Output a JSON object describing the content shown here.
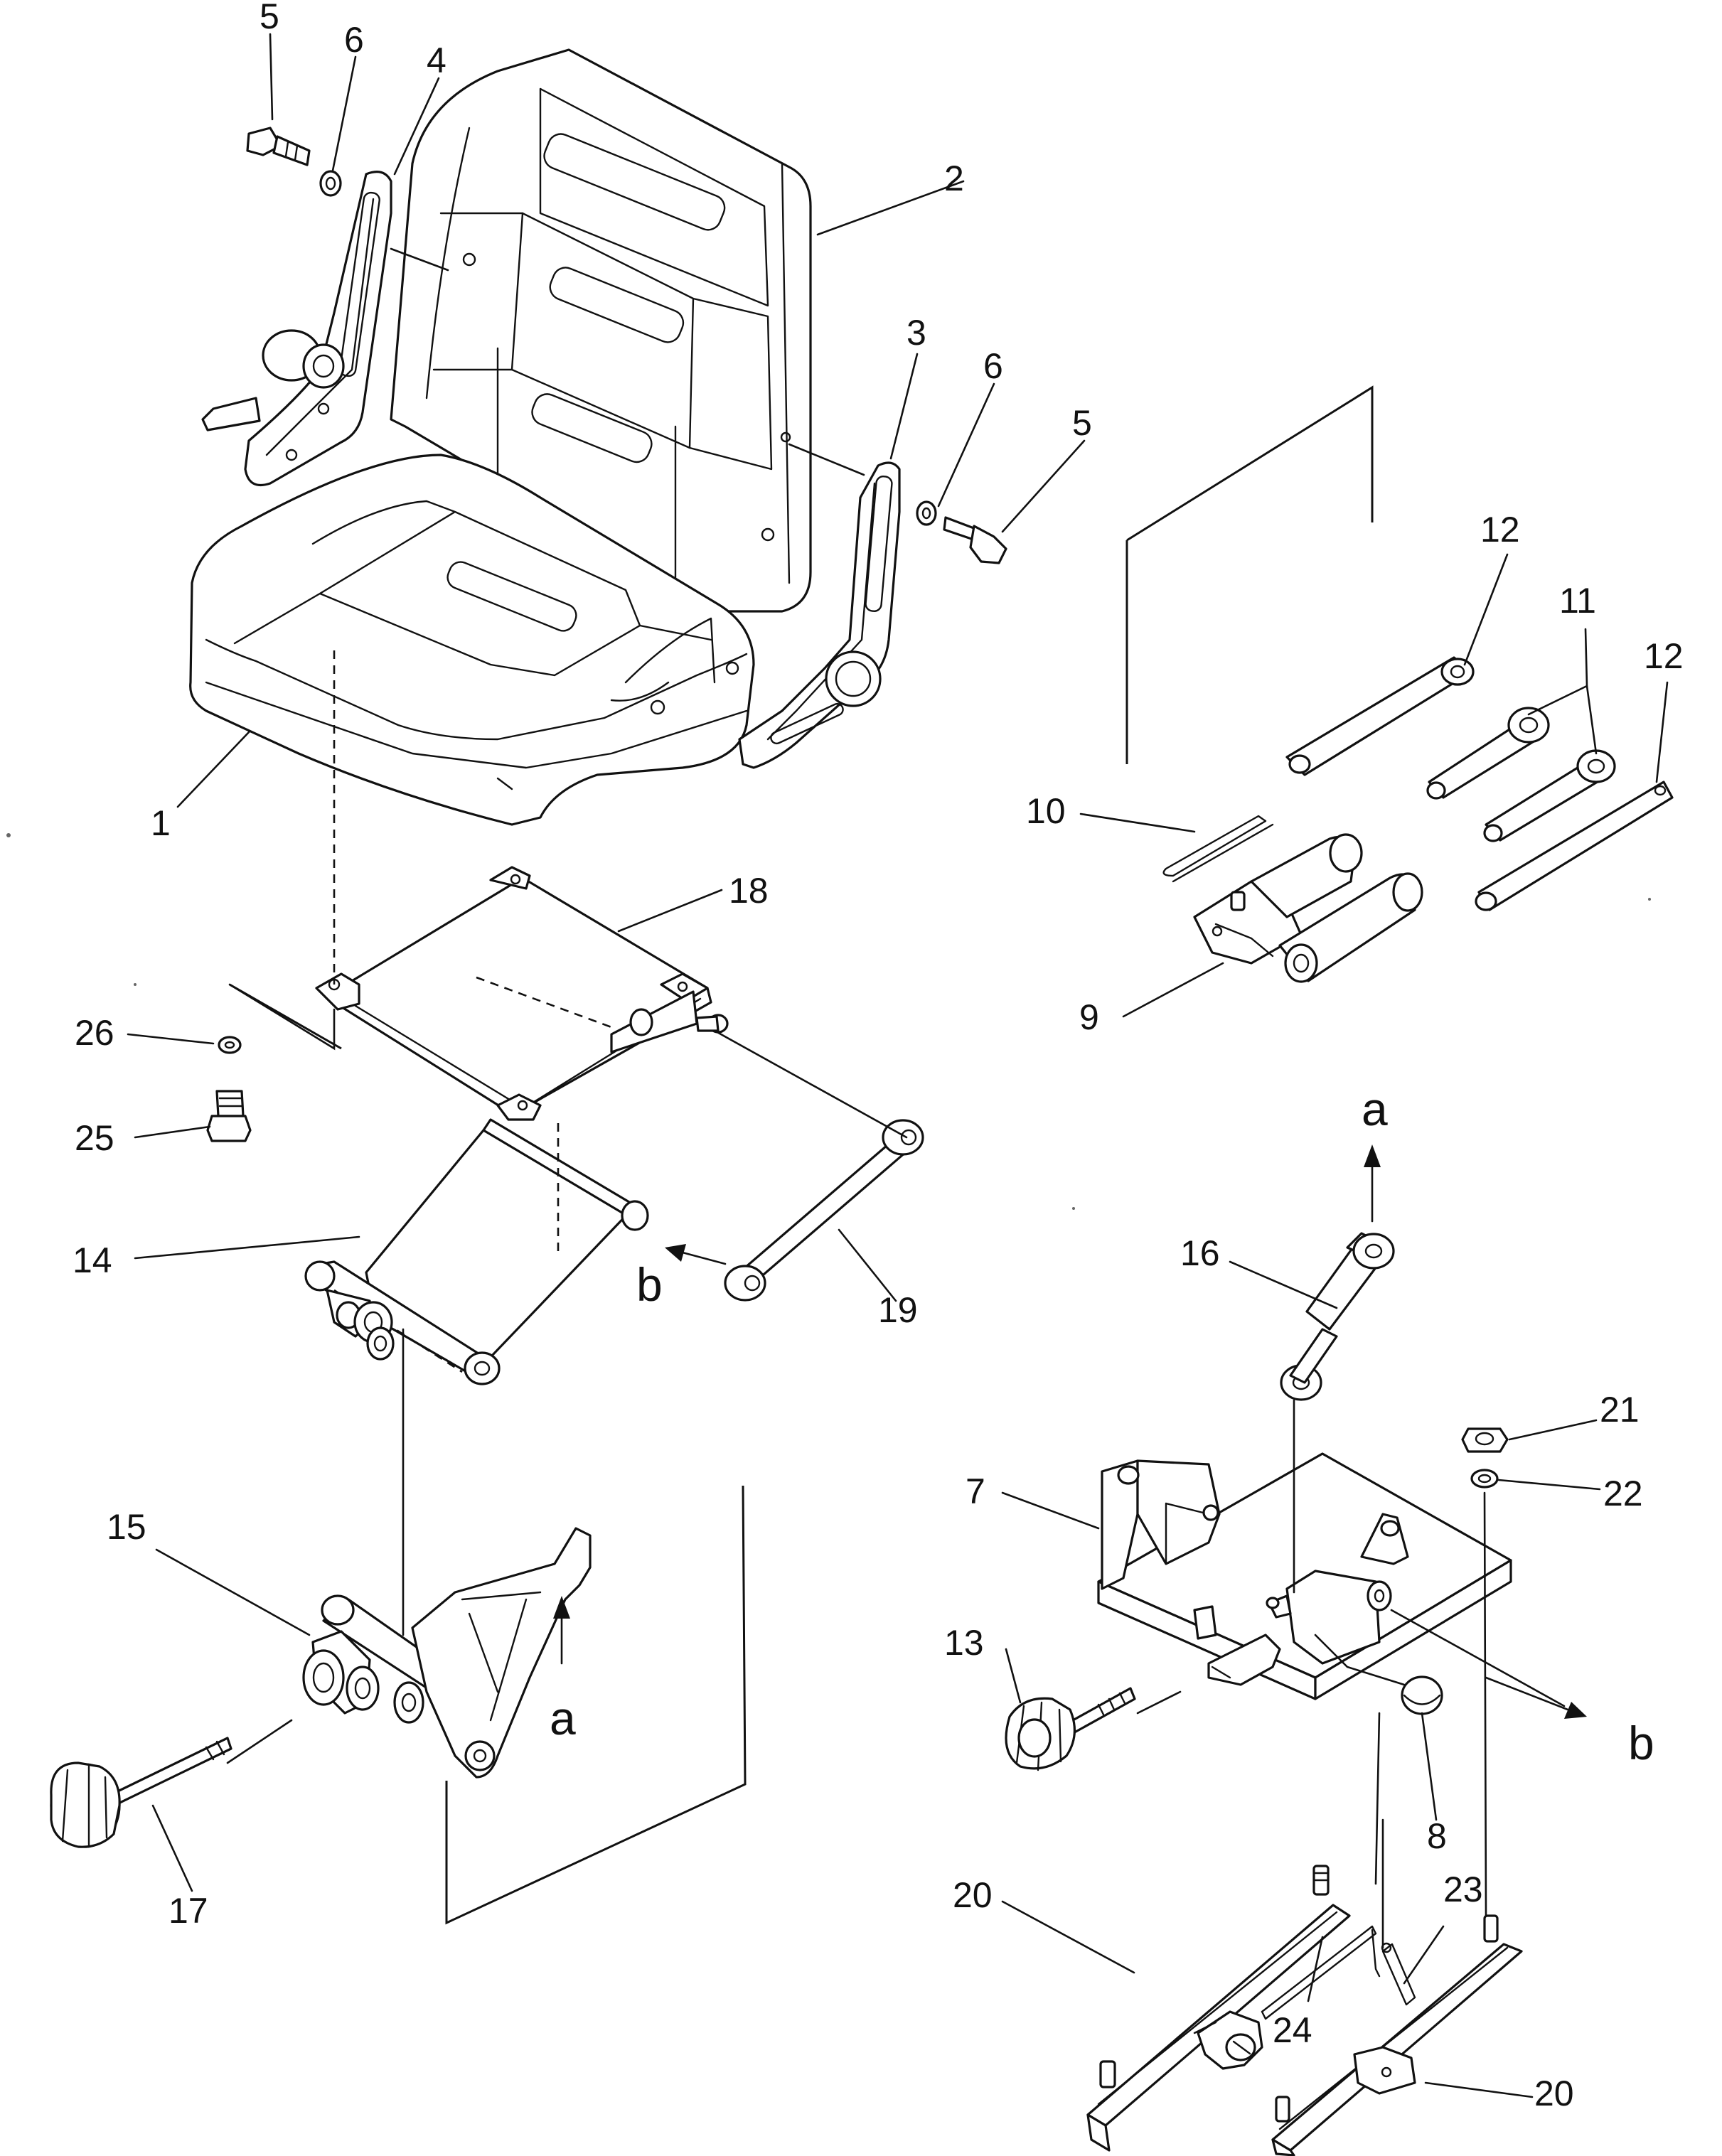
{
  "figure": {
    "type": "exploded parts diagram",
    "subject": "operator seat assembly",
    "ink_color": "#111111",
    "background": "#ffffff"
  },
  "callouts": [
    "1",
    "2",
    "3",
    "4",
    "5",
    "5",
    "6",
    "6",
    "7",
    "8",
    "9",
    "10",
    "11",
    "12",
    "12",
    "13",
    "14",
    "15",
    "16",
    "17",
    "18",
    "19",
    "20",
    "20",
    "21",
    "22",
    "23",
    "24",
    "25",
    "26"
  ],
  "view_refs": [
    "a",
    "a",
    "b",
    "b"
  ]
}
